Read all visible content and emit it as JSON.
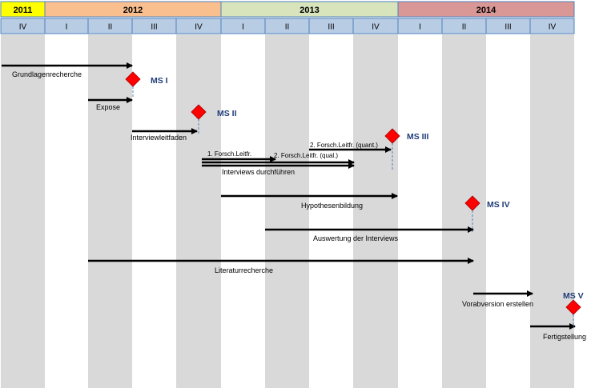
{
  "colors": {
    "year_2011": "#ffff00",
    "year_2012": "#fabf8f",
    "year_2013": "#d7e4bc",
    "year_2014": "#d99795",
    "quarter_fill": "#b8cce4",
    "header_border": "#4f81bd",
    "stripe": "#d9d9d9",
    "arrow": "#000000",
    "milestone": "#ff0000",
    "milestone_text": "#1f3c78",
    "milestone_line": "#4f81bd"
  },
  "years": [
    {
      "label": "2011",
      "color_key": "year_2011"
    },
    {
      "label": "2012",
      "color_key": "year_2012"
    },
    {
      "label": "2013",
      "color_key": "year_2013"
    },
    {
      "label": "2014",
      "color_key": "year_2014"
    }
  ],
  "quarters": [
    "IV",
    "I",
    "II",
    "III",
    "IV",
    "I",
    "II",
    "III",
    "IV",
    "I",
    "II",
    "III",
    "IV"
  ],
  "tasks": [
    {
      "label": "Grundlagenrecherche"
    },
    {
      "label": "Expose"
    },
    {
      "label": "Interviewleitfaden"
    },
    {
      "label": "1. Forsch.Leitfr."
    },
    {
      "label": "2. Forsch.Leitfr. (qual.)"
    },
    {
      "label": "2. Forsch.Leitfr. (quant.)"
    },
    {
      "label": "Interviews durchführen"
    },
    {
      "label": "Hypothesenbildung"
    },
    {
      "label": "Auswertung der Interviews"
    },
    {
      "label": "Literaturrecherche"
    },
    {
      "label": "Vorabversion erstellen"
    },
    {
      "label": "Fertigstellung"
    }
  ],
  "milestones": [
    {
      "label": "MS I"
    },
    {
      "label": "MS II"
    },
    {
      "label": "MS III"
    },
    {
      "label": "MS IV"
    },
    {
      "label": "MS V"
    }
  ]
}
